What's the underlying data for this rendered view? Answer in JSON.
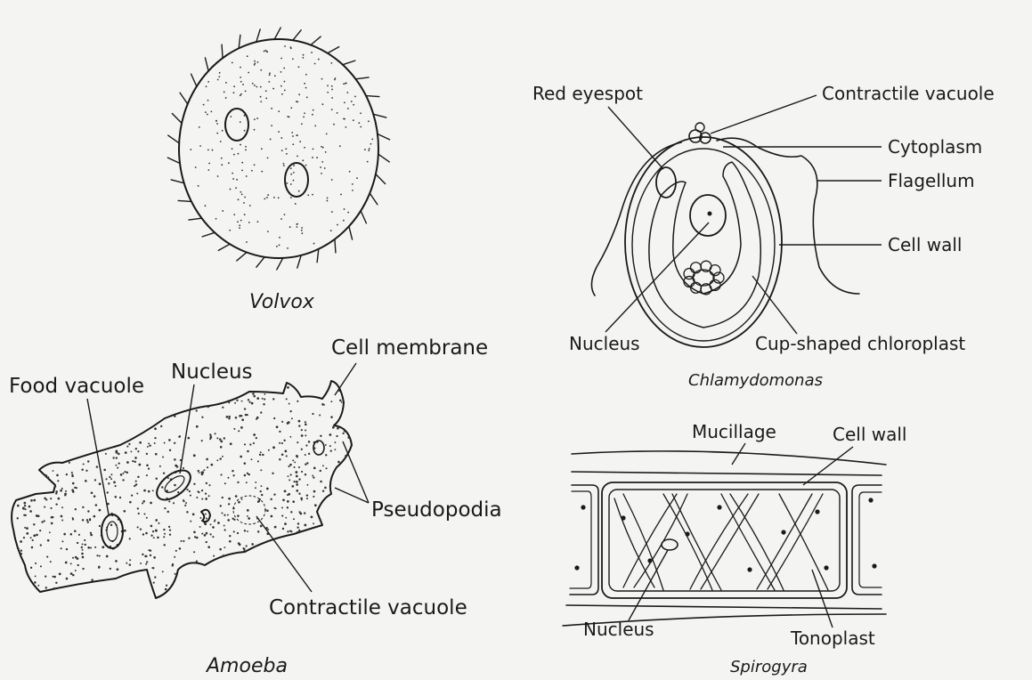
{
  "volvox": {
    "caption": "Volvox"
  },
  "chlamydomonas": {
    "caption": "Chlamydomonas",
    "labels": {
      "red_eyespot": "Red eyespot",
      "contractile_vacuole": "Contractile vacuole",
      "cytoplasm": "Cytoplasm",
      "flagellum": "Flagellum",
      "cell_wall": "Cell wall",
      "nucleus": "Nucleus",
      "chloroplast": "Cup-shaped chloroplast"
    }
  },
  "amoeba": {
    "caption": "Amoeba",
    "labels": {
      "food_vacuole": "Food vacuole",
      "nucleus": "Nucleus",
      "cell_membrane": "Cell membrane",
      "pseudopodia": "Pseudopodia",
      "contractile_vacuole": "Contractile vacuole"
    }
  },
  "spirogyra": {
    "caption": "Spirogyra",
    "labels": {
      "mucillage": "Mucillage",
      "cell_wall": "Cell wall",
      "nucleus": "Nucleus",
      "tonoplast": "Tonoplast"
    }
  }
}
